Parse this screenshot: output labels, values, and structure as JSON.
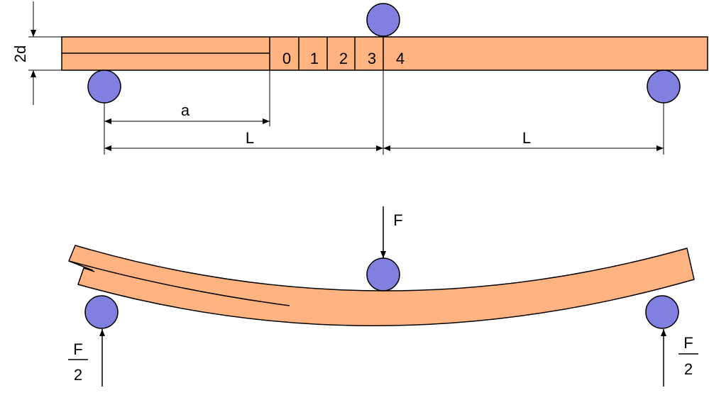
{
  "colors": {
    "beam": "#FFB380",
    "roller": "#8080E0",
    "stroke": "#000000"
  },
  "top_diagram": {
    "thickness_label": "2d",
    "cell_labels": [
      "0",
      "1",
      "2",
      "3",
      "4"
    ],
    "crack_length_label": "a",
    "span_left_label": "L",
    "span_right_label": "L"
  },
  "bottom_diagram": {
    "load_label": "F",
    "left_reaction": {
      "numerator": "F",
      "denominator": "2"
    },
    "right_reaction": {
      "numerator": "F",
      "denominator": "2"
    }
  }
}
